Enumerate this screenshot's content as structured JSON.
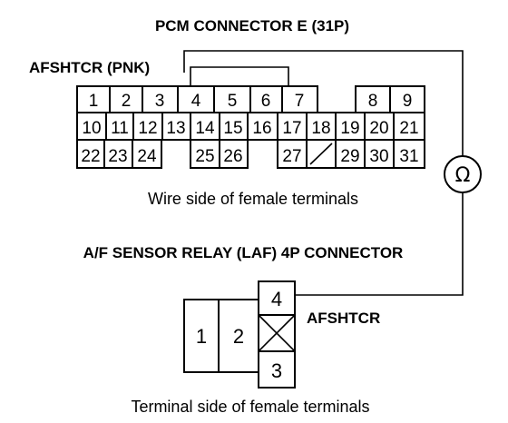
{
  "pcm_connector": {
    "title": "PCM CONNECTOR E (31P)",
    "wire_label": "AFSHTCR (PNK)",
    "caption": "Wire side of female terminals",
    "row1": [
      "1",
      "2",
      "3",
      "4",
      "5",
      "6",
      "7",
      "8",
      "9"
    ],
    "row2": [
      "10",
      "11",
      "12",
      "13",
      "14",
      "15",
      "16",
      "17",
      "18",
      "19",
      "20",
      "21"
    ],
    "row3": [
      "22",
      "23",
      "24",
      "25",
      "26",
      "27",
      "29",
      "30",
      "31"
    ]
  },
  "meter": {
    "symbol": "Ω"
  },
  "laf_connector": {
    "title": "A/F SENSOR RELAY (LAF) 4P CONNECTOR",
    "terminals": [
      "1",
      "2",
      "4",
      "3"
    ],
    "wire_label": "AFSHTCR",
    "caption": "Terminal side of female terminals"
  }
}
